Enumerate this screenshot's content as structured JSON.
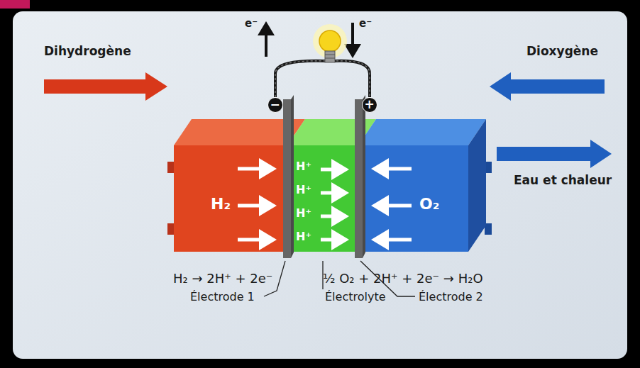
{
  "diagram": {
    "nodes": [
      {
        "text": [
          "H₂"
        ]
      },
      {
        "text": [
          "H⁺",
          "H⁺",
          "H⁺",
          "H⁺"
        ]
      },
      {
        "text": [
          "O₂"
        ]
      },
      {
        "text": [
          "−"
        ]
      },
      {
        "text": [
          "+"
        ]
      }
    ],
    "edges": [
      {
        "from": 3,
        "to": 4,
        "arrow": "none"
      }
    ],
    "labels": [
      "e⁻",
      "e⁻",
      "Dihydrogène",
      "Dioxygène",
      "Eau et chaleur",
      "H₂ → 2H⁺ + 2e⁻",
      "½ O₂ + 2H⁺ + 2e⁻ → H₂O",
      "Électrode 1",
      "Électrolyte",
      "Électrode 2"
    ]
  }
}
